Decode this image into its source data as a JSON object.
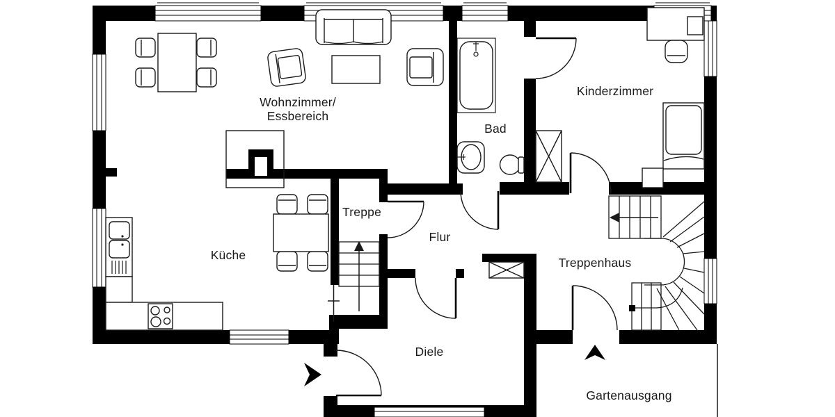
{
  "meta": {
    "type": "architectural floor plan",
    "background_color": "#ffffff",
    "wall_color": "#000000",
    "line_color": "#1a1a1a"
  },
  "labels": {
    "wohnzimmer_line1": "Wohnzimmer/",
    "wohnzimmer_line2": "Essbereich",
    "kueche": "Küche",
    "treppe": "Treppe",
    "flur": "Flur",
    "bad": "Bad",
    "kinderzimmer": "Kinderzimmer",
    "treppenhaus": "Treppenhaus",
    "diele": "Diele",
    "gartenausgang": "Gartenausgang"
  },
  "icons": {
    "entrance_arrow": "filled-arrow-right",
    "garden_exit_arrow": "filled-arrow-up",
    "stairs_up_arrow": "line-arrow-up",
    "winder_stairs_arrow": "line-arrow-left"
  }
}
